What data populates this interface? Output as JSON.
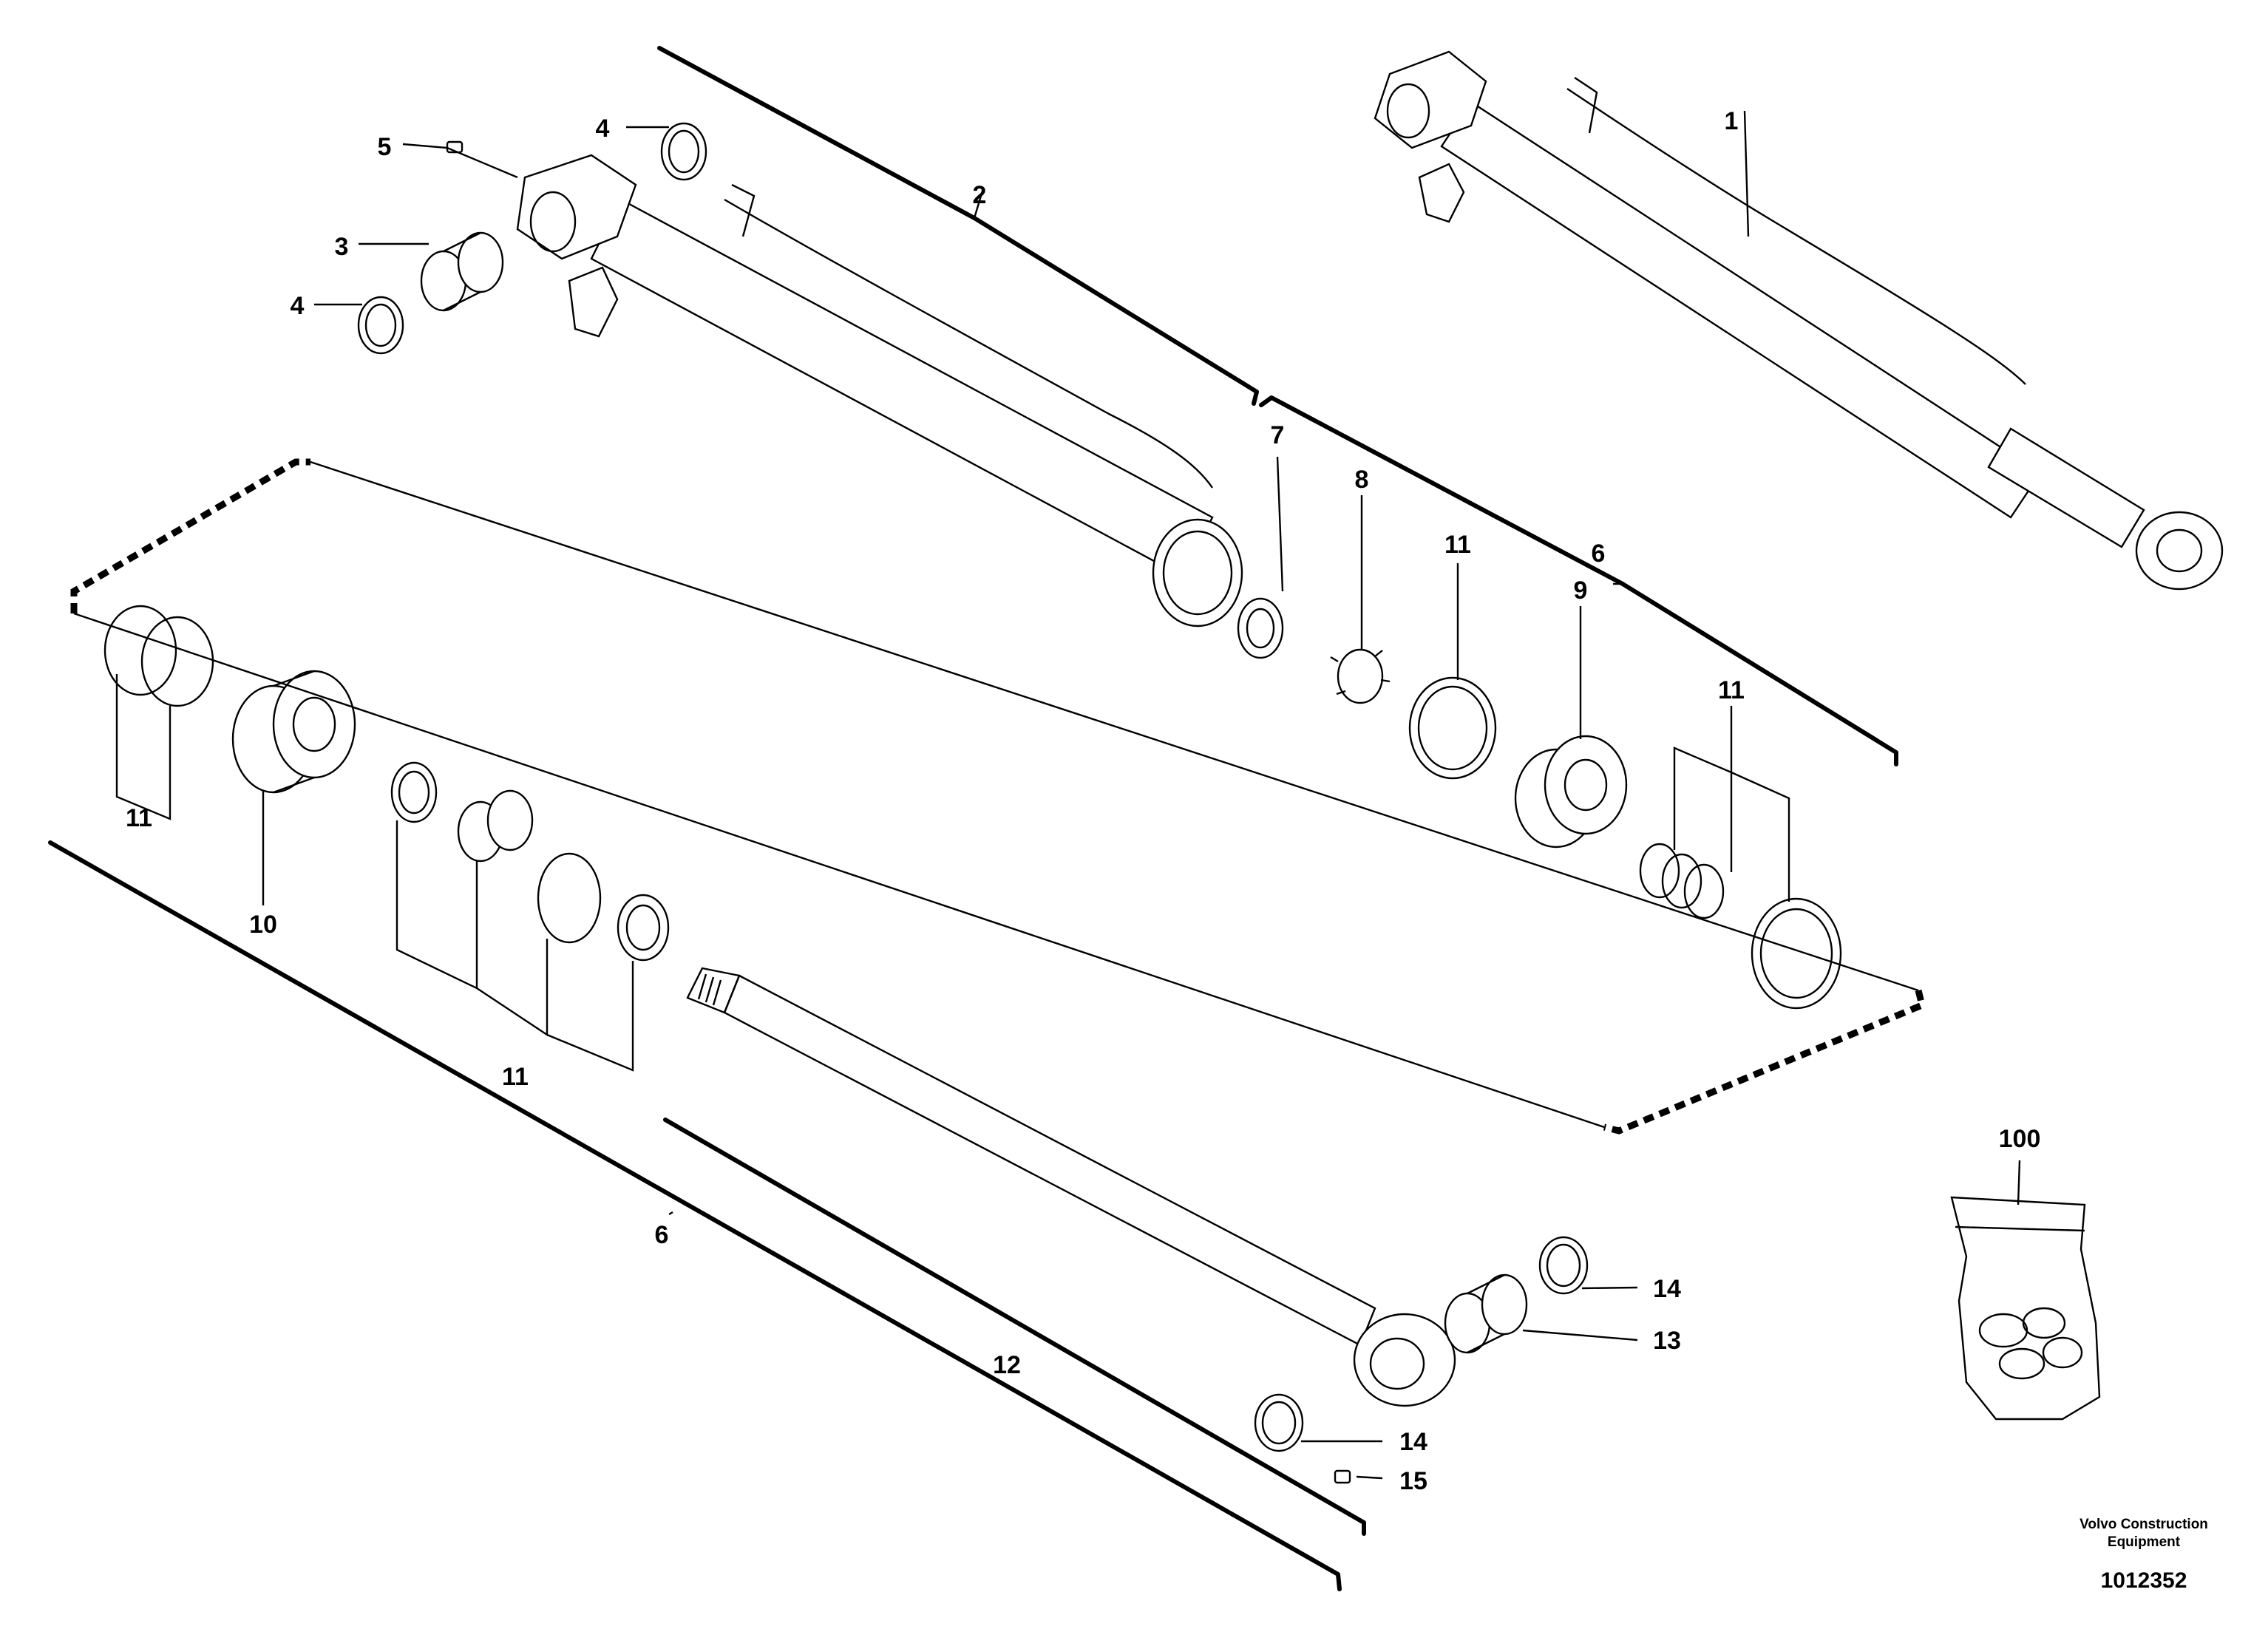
{
  "labels": {
    "l1": "1",
    "l2": "2",
    "l3": "3",
    "l4a": "4",
    "l4b": "4",
    "l5": "5",
    "l6a": "6",
    "l6b": "6",
    "l7": "7",
    "l8": "8",
    "l9": "9",
    "l10": "10",
    "l11a": "11",
    "l11b": "11",
    "l11c": "11",
    "l11d": "11",
    "l12": "12",
    "l13": "13",
    "l14a": "14",
    "l14b": "14",
    "l15": "15",
    "l100": "100"
  },
  "footer": {
    "brand_line1": "Volvo Construction",
    "brand_line2": "Equipment",
    "doc_number": "1012352"
  }
}
